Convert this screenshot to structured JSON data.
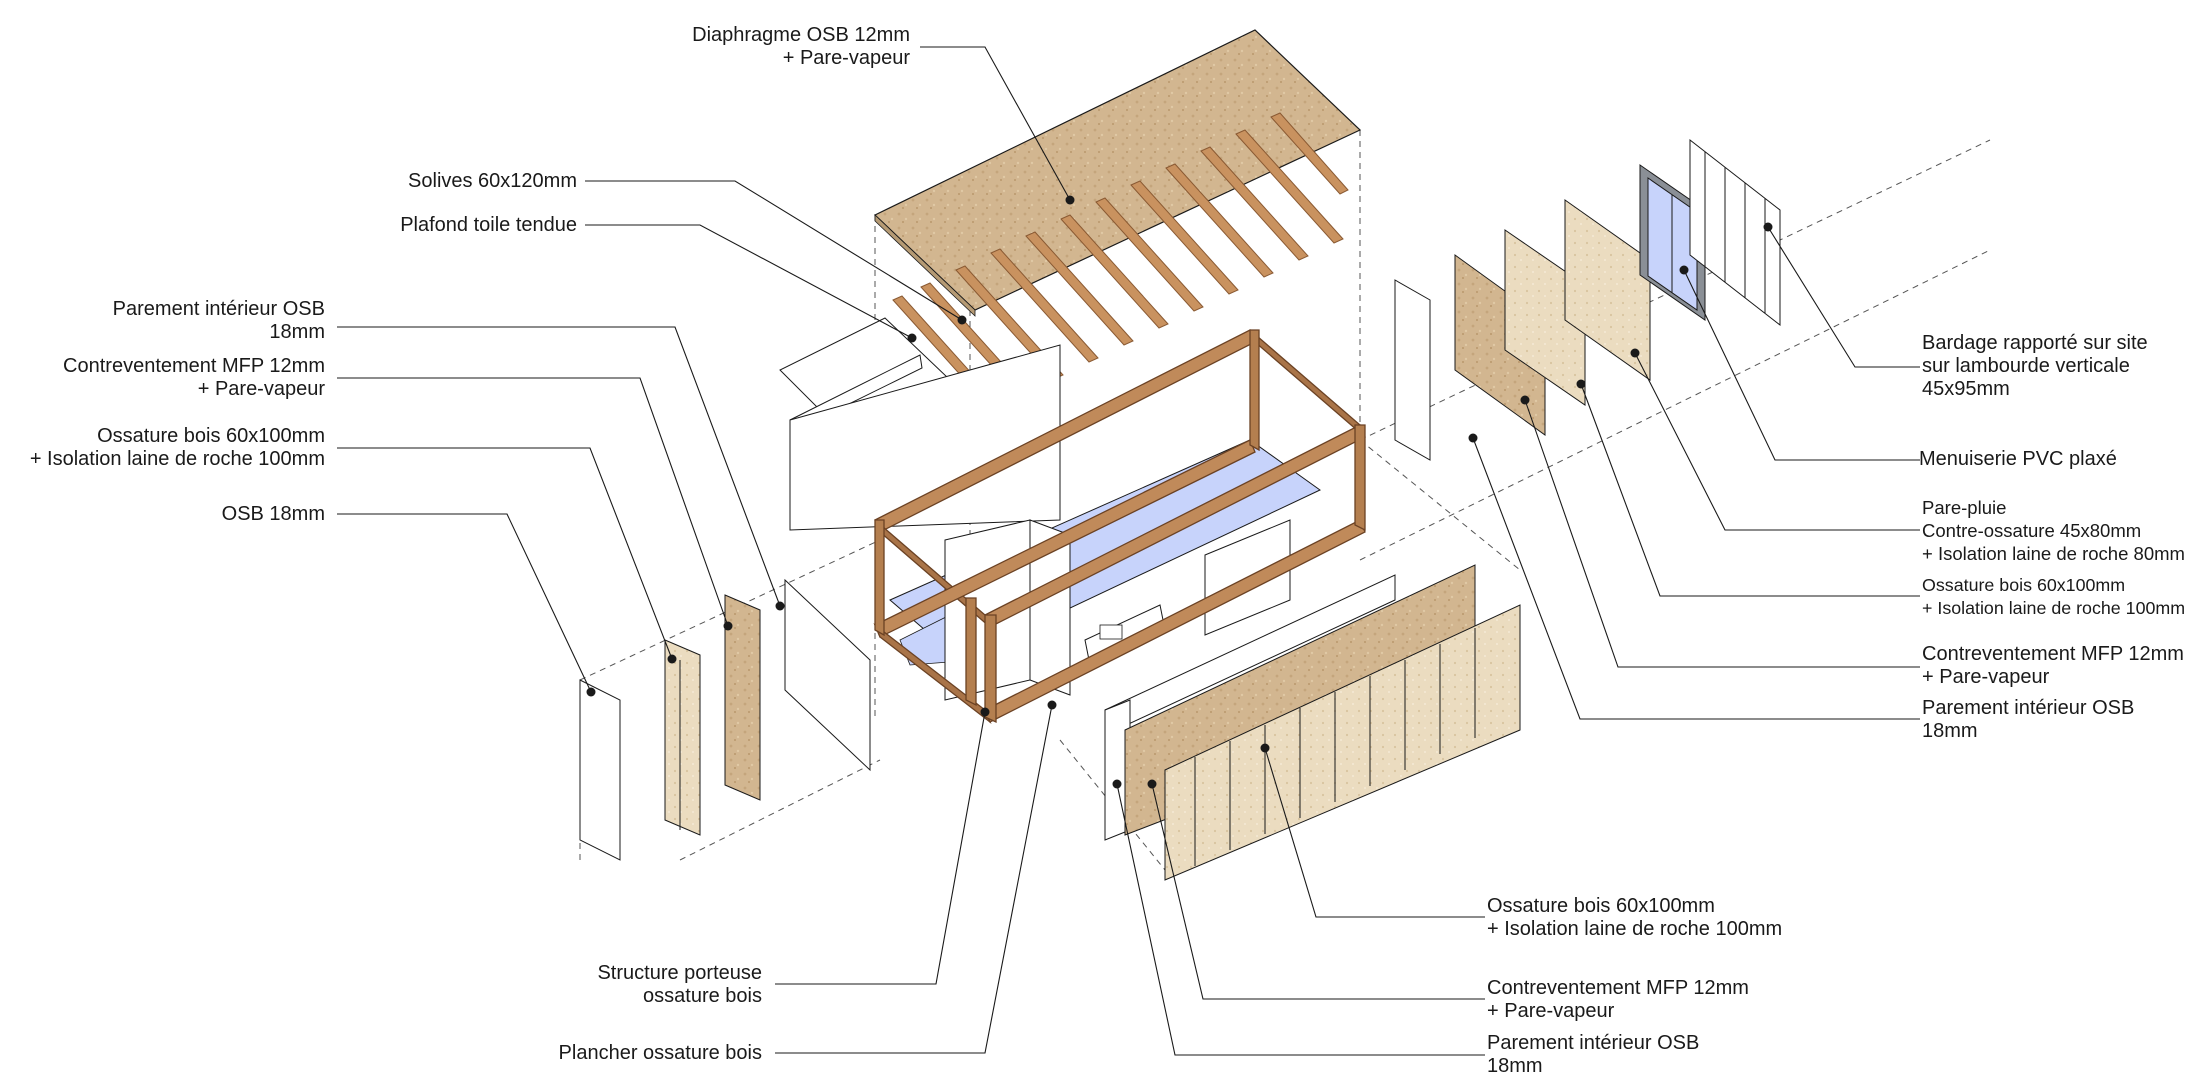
{
  "diagram": {
    "labels": {
      "diaphragme": "Diaphragme OSB 12mm\n+ Pare-vapeur",
      "solives": "Solives 60x120mm",
      "plafond": "Plafond toile tendue",
      "left_parement": "Parement intérieur OSB\n18mm",
      "left_contrevent": "Contreventement MFP 12mm\n+ Pare-vapeur",
      "left_ossature": "Ossature bois 60x100mm\n+ Isolation laine de roche 100mm",
      "left_osb": "OSB 18mm",
      "structure": "Structure porteuse\nossature bois",
      "plancher": "Plancher ossature bois",
      "front_ossature": "Ossature bois 60x100mm\n+ Isolation laine de roche 100mm",
      "front_contrevent": "Contreventement MFP 12mm\n+ Pare-vapeur",
      "front_parement": "Parement intérieur OSB\n18mm",
      "bardage": "Bardage rapporté sur site\nsur lambourde verticale\n45x95mm",
      "menuiserie": "Menuiserie PVC plaxé",
      "parepluie": "Pare-pluie\nContre-ossature 45x80mm\n+ Isolation laine de roche 80mm",
      "right_ossature": "Ossature bois 60x100mm\n+ Isolation laine de roche 100mm",
      "right_contrevent": "Contreventement MFP 12mm\n+ Pare-vapeur",
      "right_parement": "Parement intérieur OSB\n18mm"
    },
    "colors": {
      "osb": "#d2b690",
      "osb_light": "#e6d8bc",
      "timber": "#c08a5a",
      "timber_dark": "#8a5a33",
      "floor": "#c7d3fb",
      "line": "#1a1a1a",
      "window_frame": "#8a8f96"
    }
  }
}
